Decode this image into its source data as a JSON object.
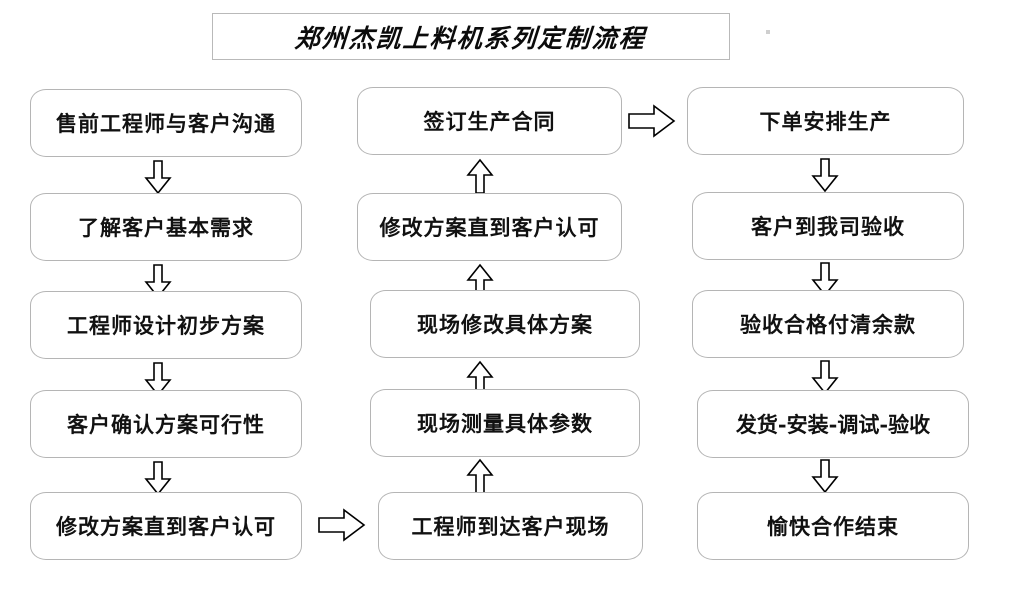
{
  "title": {
    "text": "郑州杰凯上料机系列定制流程"
  },
  "columns": {
    "left": {
      "name": "pre-sales-column",
      "nodes": [
        {
          "id": "node-l1",
          "label": "售前工程师与客户沟通"
        },
        {
          "id": "node-l2",
          "label": "了解客户基本需求"
        },
        {
          "id": "node-l3",
          "label": "工程师设计初步方案"
        },
        {
          "id": "node-l4",
          "label": "客户确认方案可行性"
        },
        {
          "id": "node-l5",
          "label": "修改方案直到客户认可"
        }
      ]
    },
    "middle": {
      "name": "on-site-column",
      "nodes": [
        {
          "id": "node-m1",
          "label": "签订生产合同"
        },
        {
          "id": "node-m2",
          "label": "修改方案直到客户认可"
        },
        {
          "id": "node-m3",
          "label": "现场修改具体方案"
        },
        {
          "id": "node-m4",
          "label": "现场测量具体参数"
        },
        {
          "id": "node-m5",
          "label": "工程师到达客户现场"
        }
      ]
    },
    "right": {
      "name": "production-column",
      "nodes": [
        {
          "id": "node-r1",
          "label": "下单安排生产"
        },
        {
          "id": "node-r2",
          "label": "客户到我司验收"
        },
        {
          "id": "node-r3",
          "label": "验收合格付清余款"
        },
        {
          "id": "node-r4",
          "label": "发货-安装-调试-验收"
        },
        {
          "id": "node-r5",
          "label": "愉快合作结束"
        }
      ]
    }
  },
  "connectors": [
    {
      "id": "arrow-l1-l2",
      "direction": "down"
    },
    {
      "id": "arrow-l2-l3",
      "direction": "down"
    },
    {
      "id": "arrow-l3-l4",
      "direction": "down"
    },
    {
      "id": "arrow-l4-l5",
      "direction": "down"
    },
    {
      "id": "arrow-l5-m5",
      "direction": "right"
    },
    {
      "id": "arrow-m5-m4",
      "direction": "up"
    },
    {
      "id": "arrow-m4-m3",
      "direction": "up"
    },
    {
      "id": "arrow-m3-m2",
      "direction": "up"
    },
    {
      "id": "arrow-m2-m1",
      "direction": "up"
    },
    {
      "id": "arrow-m1-r1",
      "direction": "right"
    },
    {
      "id": "arrow-r1-r2",
      "direction": "down"
    },
    {
      "id": "arrow-r2-r3",
      "direction": "down"
    },
    {
      "id": "arrow-r3-r4",
      "direction": "down"
    },
    {
      "id": "arrow-r4-r5",
      "direction": "down"
    }
  ],
  "colors": {
    "box_border": "#b5b5b5",
    "title_border": "#b9b9b9",
    "text": "#111111",
    "arrow_stroke": "#000000",
    "background": "#ffffff"
  }
}
